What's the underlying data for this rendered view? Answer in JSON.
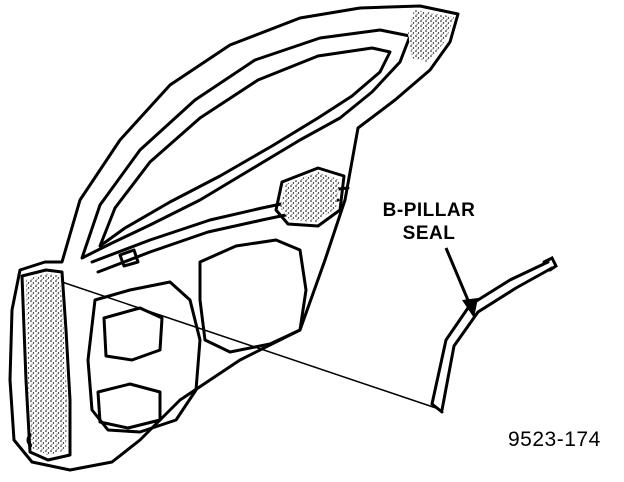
{
  "callout": {
    "line1": "B-PILLAR",
    "line2": "SEAL"
  },
  "figure_number": "9523-174",
  "colors": {
    "ink": "#000000",
    "paper": "#ffffff"
  }
}
